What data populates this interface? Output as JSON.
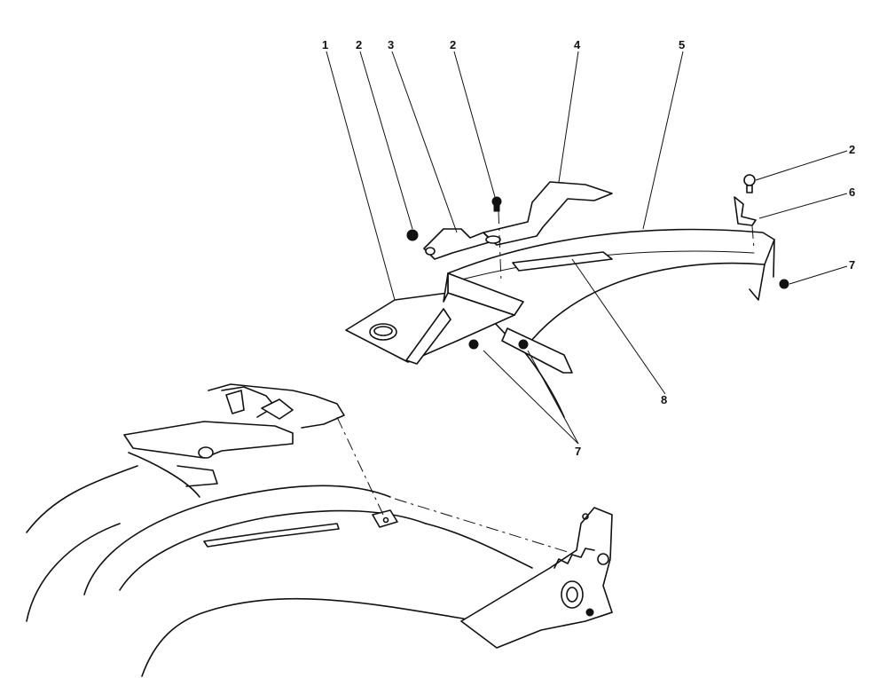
{
  "diagram": {
    "callouts": [
      {
        "id": "c1",
        "text": "1"
      },
      {
        "id": "c2a",
        "text": "2"
      },
      {
        "id": "c3",
        "text": "3"
      },
      {
        "id": "c2b",
        "text": "2"
      },
      {
        "id": "c4",
        "text": "4"
      },
      {
        "id": "c5",
        "text": "5"
      },
      {
        "id": "c2c",
        "text": "2"
      },
      {
        "id": "c6",
        "text": "6"
      },
      {
        "id": "c7a",
        "text": "7"
      },
      {
        "id": "c8",
        "text": "8"
      },
      {
        "id": "c7b",
        "text": "7"
      }
    ]
  }
}
